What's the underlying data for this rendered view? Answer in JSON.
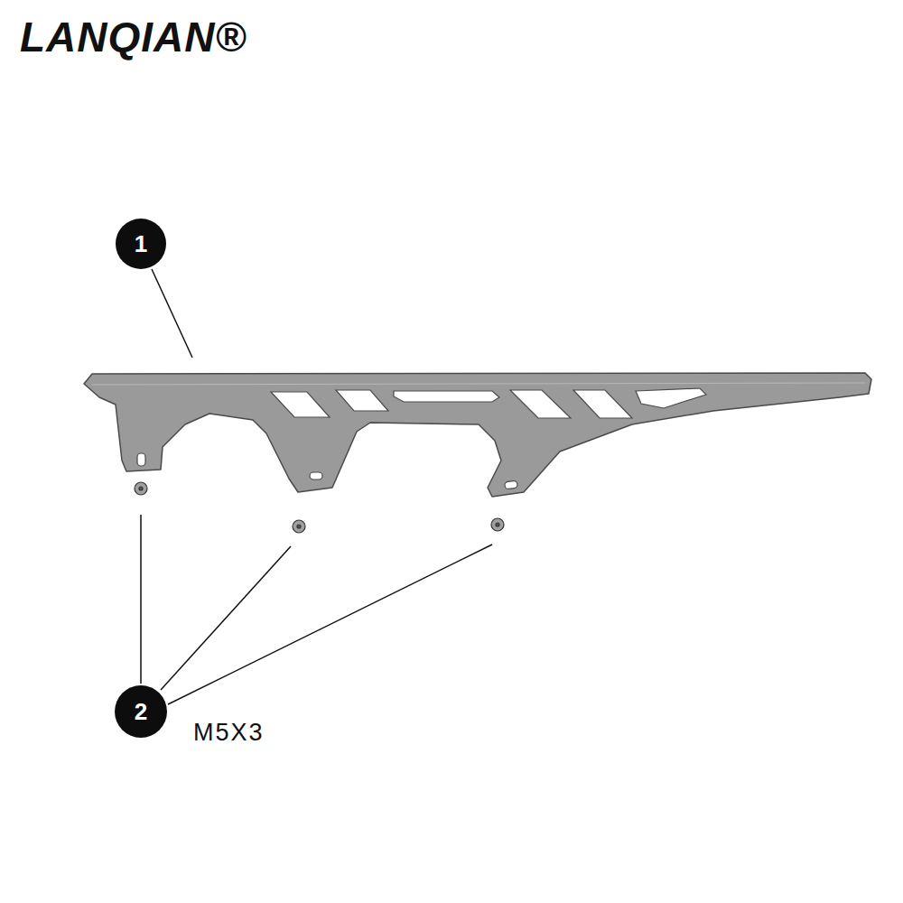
{
  "diagram": {
    "nodes": [
      {
        "text": [
          "1"
        ]
      },
      {
        "text": [
          "2"
        ]
      }
    ],
    "labels": [
      "LANQIAN®",
      "M5X3"
    ]
  }
}
